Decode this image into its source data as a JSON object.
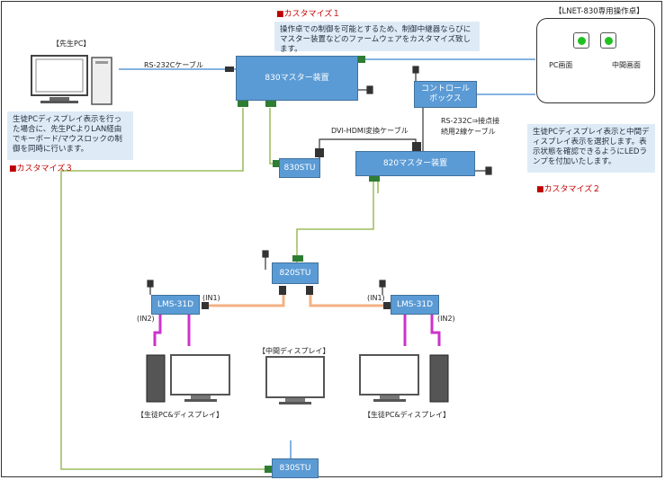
{
  "title_panel": "【LNET-830専用操作卓】",
  "panel_buttons": {
    "pc": "PC画面",
    "mid": "中間画面"
  },
  "teacher_pc": "【先生PC】",
  "devices": {
    "m830": "830マスター装置",
    "m820": "820マスター装置",
    "control_box_line1": "コントロール",
    "control_box_line2": "ボックス",
    "stu_top": "830STU",
    "stu_mid": "820STU",
    "stu_bottom": "830STU",
    "lms_left": "LMS-31D",
    "lms_right": "LMS-31D"
  },
  "cables": {
    "rs232c": "RS-232Cケーブル",
    "dvi_hdmi": "DVI-HDMI変換ケーブル",
    "rs232c_contact_1": "RS-232C⇒接点接",
    "rs232c_contact_2": "続用2線ケーブル"
  },
  "ports": {
    "in1_left": "(IN1)",
    "in2_left": "(IN2)",
    "in1_right": "(IN1)",
    "in2_right": "(IN2)"
  },
  "displays": {
    "student_left": "【生徒PC&ディスプレイ】",
    "student_right": "【生徒PC&ディスプレイ】",
    "middle": "【中間ディスプレイ】"
  },
  "custom": {
    "c1": "■カスタマイズ１",
    "c2": "■カスタマイズ２",
    "c3": "■カスタマイズ３"
  },
  "notes": {
    "n1": "操作卓での制御を可能とするため、制御中継器ならびにマスター装置などのファームウェアをカスタマイズ致します。",
    "n2": "生徒PCディスプレイ表示と中間ディスプレイ表示を選択します。表示状態を確認できるようにLEDランプを付加いたします。",
    "n3": "生徒PCディスプレイ表示を行った場合に、先生PCよりLAN経由でキーボード/マウスロックの制御を同時に行います。"
  },
  "colors": {
    "box": "#5b9bd5",
    "note": "#deebf7",
    "lan": "#9bbb59",
    "hdmi": "#f4b183",
    "vga": "#cc33cc",
    "red": "#c00000"
  }
}
